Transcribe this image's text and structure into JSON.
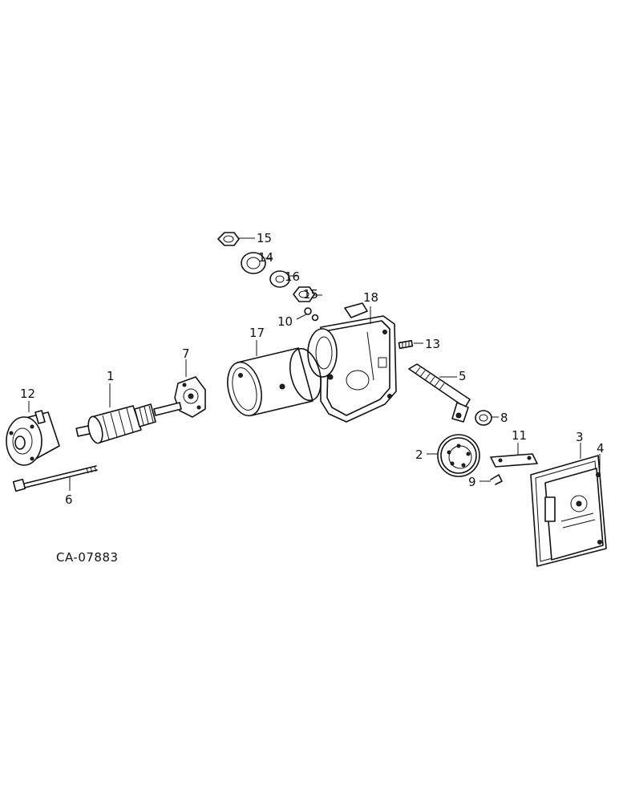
{
  "drawing_code": "CA-07883",
  "callouts": {
    "c1": "1",
    "c2": "2",
    "c3": "3",
    "c4": "4",
    "c5": "5",
    "c6": "6",
    "c7": "7",
    "c8": "8",
    "c9": "9",
    "c10": "10",
    "c11": "11",
    "c12": "12",
    "c13": "13",
    "c14": "14",
    "c15a": "15",
    "c15b": "15",
    "c16": "16",
    "c17": "17",
    "c18": "18"
  }
}
